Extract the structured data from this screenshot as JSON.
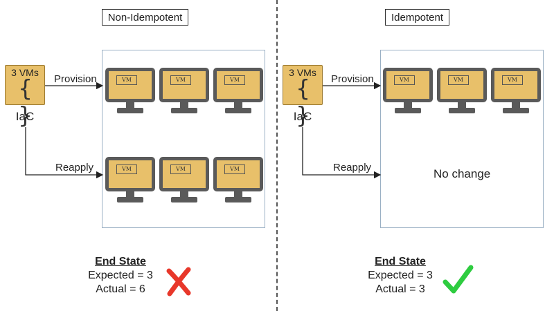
{
  "left": {
    "title": "Non-Idempotent",
    "iac": {
      "count_label": "3 VMs",
      "braces": "{ }",
      "label": "IaC"
    },
    "provision_label": "Provision",
    "reapply_label": "Reapply",
    "vm_label": "VM",
    "end_state": {
      "heading": "End State",
      "expected": "Expected = 3",
      "actual": "Actual = 6",
      "status_icon": "red-x-icon"
    }
  },
  "right": {
    "title": "Idempotent",
    "iac": {
      "count_label": "3 VMs",
      "braces": "{ }",
      "label": "IaC"
    },
    "provision_label": "Provision",
    "reapply_label": "Reapply",
    "vm_label": "VM",
    "no_change_label": "No change",
    "end_state": {
      "heading": "End State",
      "expected": "Expected = 3",
      "actual": "Actual = 3",
      "status_icon": "green-check-icon"
    }
  },
  "colors": {
    "vm_fill": "#e8c06a",
    "monitor_frame": "#5a5a5a",
    "panel_border": "#9ab0c4",
    "fail": "#e8372a",
    "success": "#2ecc40"
  }
}
